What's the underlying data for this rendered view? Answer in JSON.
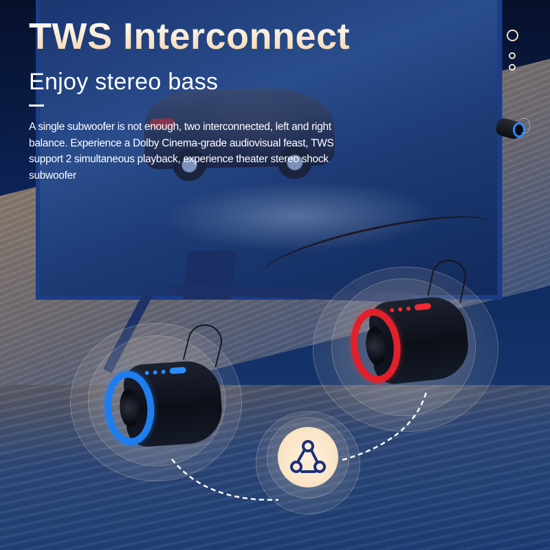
{
  "headline": {
    "title": "TWS Interconnect",
    "subtitle": "Enjoy stereo bass",
    "description": "A single subwoofer is not enough, two interconnected, left and right balance. Experience a Dolby Cinema-grade audiovisual feast, TWS support 2 simultaneous playback, experience theater stereo shock subwoofer"
  },
  "colors": {
    "title_gradient_top": "#ffffff",
    "title_gradient_bottom": "#f6d5a8",
    "background_dark": "#06102a",
    "left_speaker_ring": "#1e7ef0",
    "right_speaker_ring": "#e0202a",
    "badge_fill": "#f5dcb8",
    "badge_icon": "#1a2f7a"
  },
  "scene": {
    "speakers": [
      {
        "position": "left",
        "ring_color": "blue"
      },
      {
        "position": "right",
        "ring_color": "red"
      }
    ],
    "center_badge_icon": "tws-link-icon",
    "decorations": [
      "ring-icon",
      "dot-icon",
      "dot-icon",
      "mini-speaker-icon"
    ]
  }
}
